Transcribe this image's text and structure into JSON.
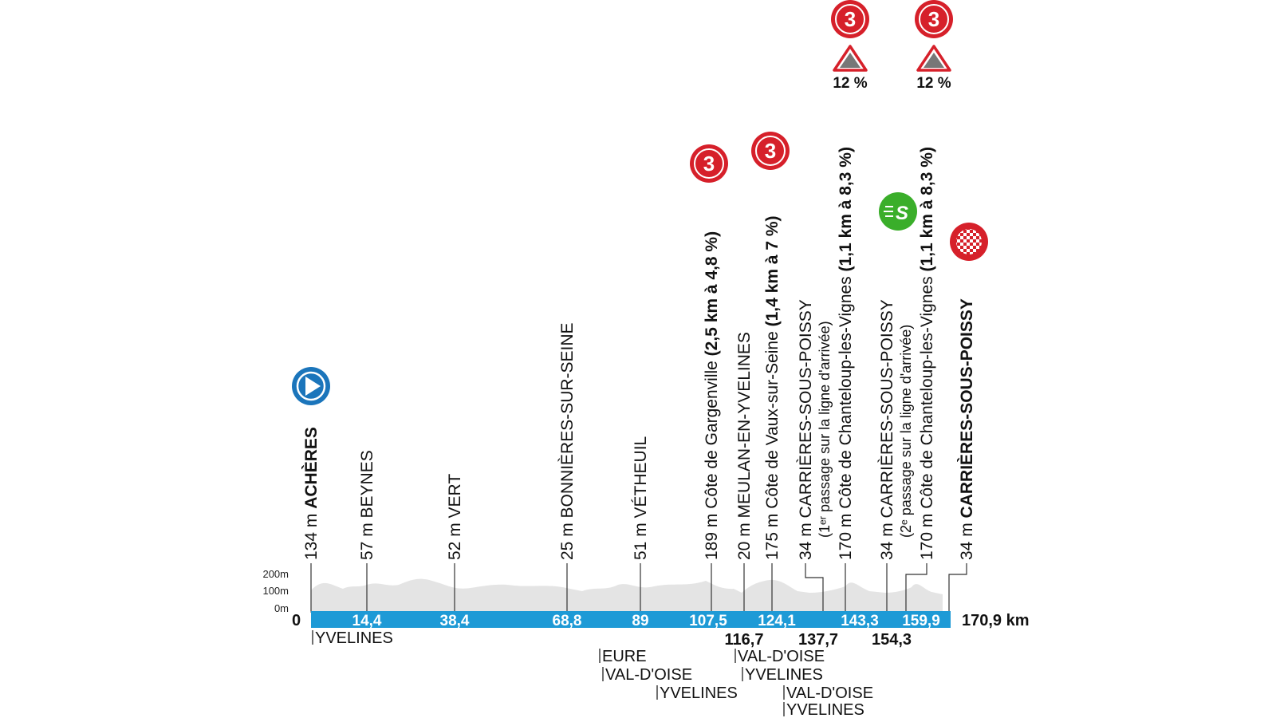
{
  "stage": {
    "start_km": "0",
    "finish_km": "170,9 km",
    "altitude_scale": [
      "200m",
      "100m",
      "0m"
    ],
    "colors": {
      "bar": "#1e9ad6",
      "ascent": "#d6202a",
      "sprint": "#3aae2a",
      "start": "#1b75bb",
      "profile": "#e3e3e3"
    }
  },
  "checkpoints": [
    {
      "id": "acheres",
      "alt": "134 m",
      "name": "ACHÈRES",
      "bold": true,
      "km": 0
    },
    {
      "id": "beynes",
      "alt": "57 m",
      "name": "BEYNES",
      "km": 14.4
    },
    {
      "id": "vert",
      "alt": "52 m",
      "name": "VERT",
      "km": 38.4
    },
    {
      "id": "bonnieres",
      "alt": "25 m",
      "name": "BONNIÈRES-SUR-SEINE",
      "km": 68.8
    },
    {
      "id": "vetheuil",
      "alt": "51 m",
      "name": "VÉTHEUIL",
      "km": 89
    },
    {
      "id": "gargenville",
      "alt": "189 m",
      "name": "Côte de Gargenville",
      "detail": "(2,5 km à 4,8 %)",
      "km": 107.5
    },
    {
      "id": "meulan",
      "alt": "20 m",
      "name": "MEULAN-EN-YVELINES",
      "km": 116.7
    },
    {
      "id": "vaux",
      "alt": "175 m",
      "name": "Côte de Vaux-sur-Seine",
      "detail": "(1,4 km à 7 %)",
      "km": 124.1
    },
    {
      "id": "carrieres1",
      "alt": "34 m",
      "name": "CARRIÈRES-SOUS-POISSY",
      "note": "(1ᵉʳ passage sur la ligne d'arrivée)",
      "km": 137.7
    },
    {
      "id": "chanteloup1",
      "alt": "170 m",
      "name": "Côte de Chanteloup-les-Vignes",
      "detail": "(1,1 km à 8,3 %)",
      "km": 143.3
    },
    {
      "id": "carrieres2",
      "alt": "34 m",
      "name": "CARRIÈRES-SOUS-POISSY",
      "note": "(2ᵉ passage sur la ligne d'arrivée)",
      "km": 154.3
    },
    {
      "id": "chanteloup2",
      "alt": "170 m",
      "name": "Côte de Chanteloup-les-Vignes",
      "detail": "(1,1 km à 8,3 %)",
      "km": 159.9
    },
    {
      "id": "finish",
      "alt": "34 m",
      "name": "CARRIÈRES-SOUS-POISSY",
      "bold": true,
      "km": 170.9
    }
  ],
  "km_marks_in_bar": [
    "14,4",
    "38,4",
    "68,8",
    "89",
    "107,5",
    "124,1",
    "143,3",
    "159,9"
  ],
  "km_marks_below": [
    "116,7",
    "137,7",
    "154,3"
  ],
  "departments": [
    "YVELINES",
    "EURE",
    "VAL-D'OISE",
    "YVELINES",
    "VAL-D'OISE",
    "YVELINES",
    "VAL-D'OISE",
    "YVELINES"
  ],
  "climbs": [
    {
      "category": "3"
    },
    {
      "category": "3"
    },
    {
      "category": "3",
      "max_gradient": "12 %"
    },
    {
      "category": "3",
      "max_gradient": "12 %"
    }
  ],
  "sprint": {
    "letter": "S"
  }
}
